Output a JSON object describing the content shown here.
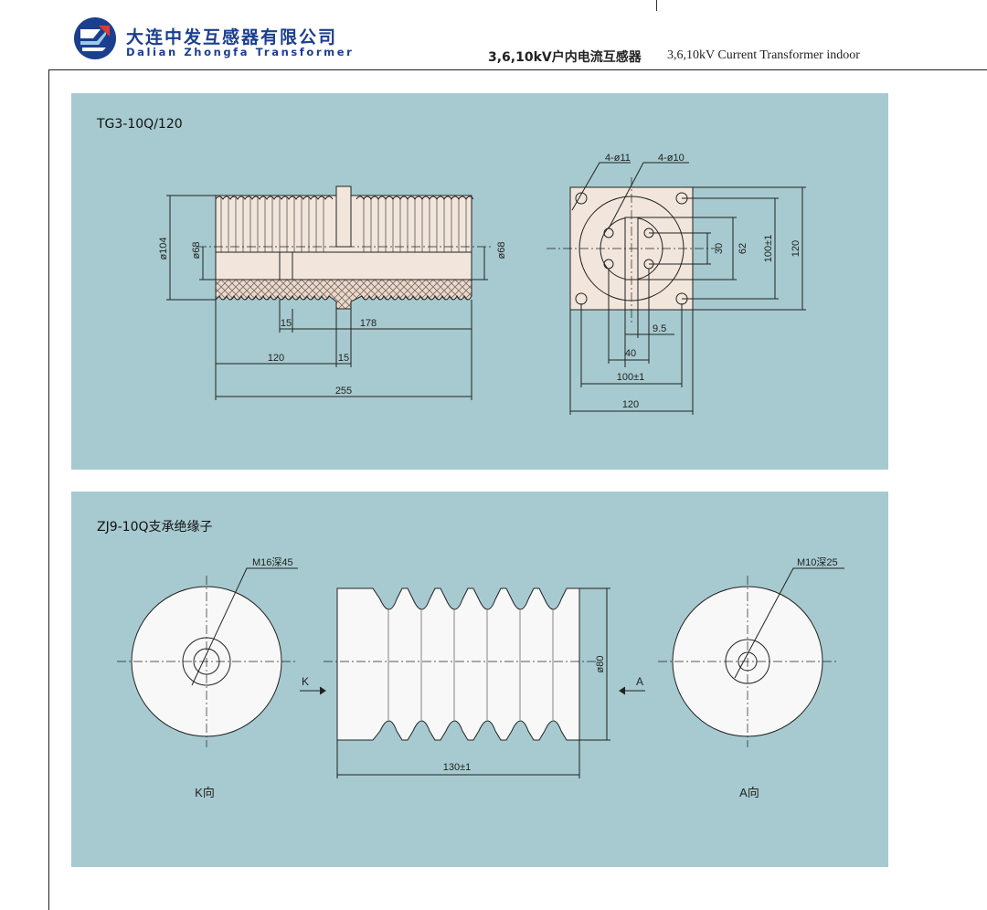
{
  "header": {
    "company_cn": "大连中发互感器有限公司",
    "company_en": "Dalian Zhongfa Transformer",
    "title_cn": "3,6,10kV户内电流互感器",
    "title_en": "3,6,10kV Current Transformer indoor"
  },
  "drawing1": {
    "title": "TG3-10Q/120",
    "dims": {
      "d104": "ø104",
      "d68_left": "ø68",
      "d68_right": "ø68",
      "d15_top": "15",
      "d178": "178",
      "d120": "120",
      "d15_mid": "15",
      "d255": "255",
      "holes_outer": "4-ø11",
      "holes_inner": "4-ø10",
      "d30": "30",
      "d62": "62",
      "d100v": "100±1",
      "d120v": "120",
      "d9_5": "9.5",
      "d40": "40",
      "d100h": "100±1",
      "d120h": "120"
    }
  },
  "drawing2": {
    "title": "ZJ9-10Q支承绝缘子",
    "dims": {
      "m16": "M16深45",
      "m10": "M10深25",
      "d80": "ø80",
      "d130": "130±1",
      "arrow_k": "K",
      "arrow_a": "A",
      "view_k": "K向",
      "view_a": "A向"
    }
  },
  "colors": {
    "panel": "#a6cacf",
    "body": "#f2e6dc",
    "brand": "#1b3f8e"
  }
}
